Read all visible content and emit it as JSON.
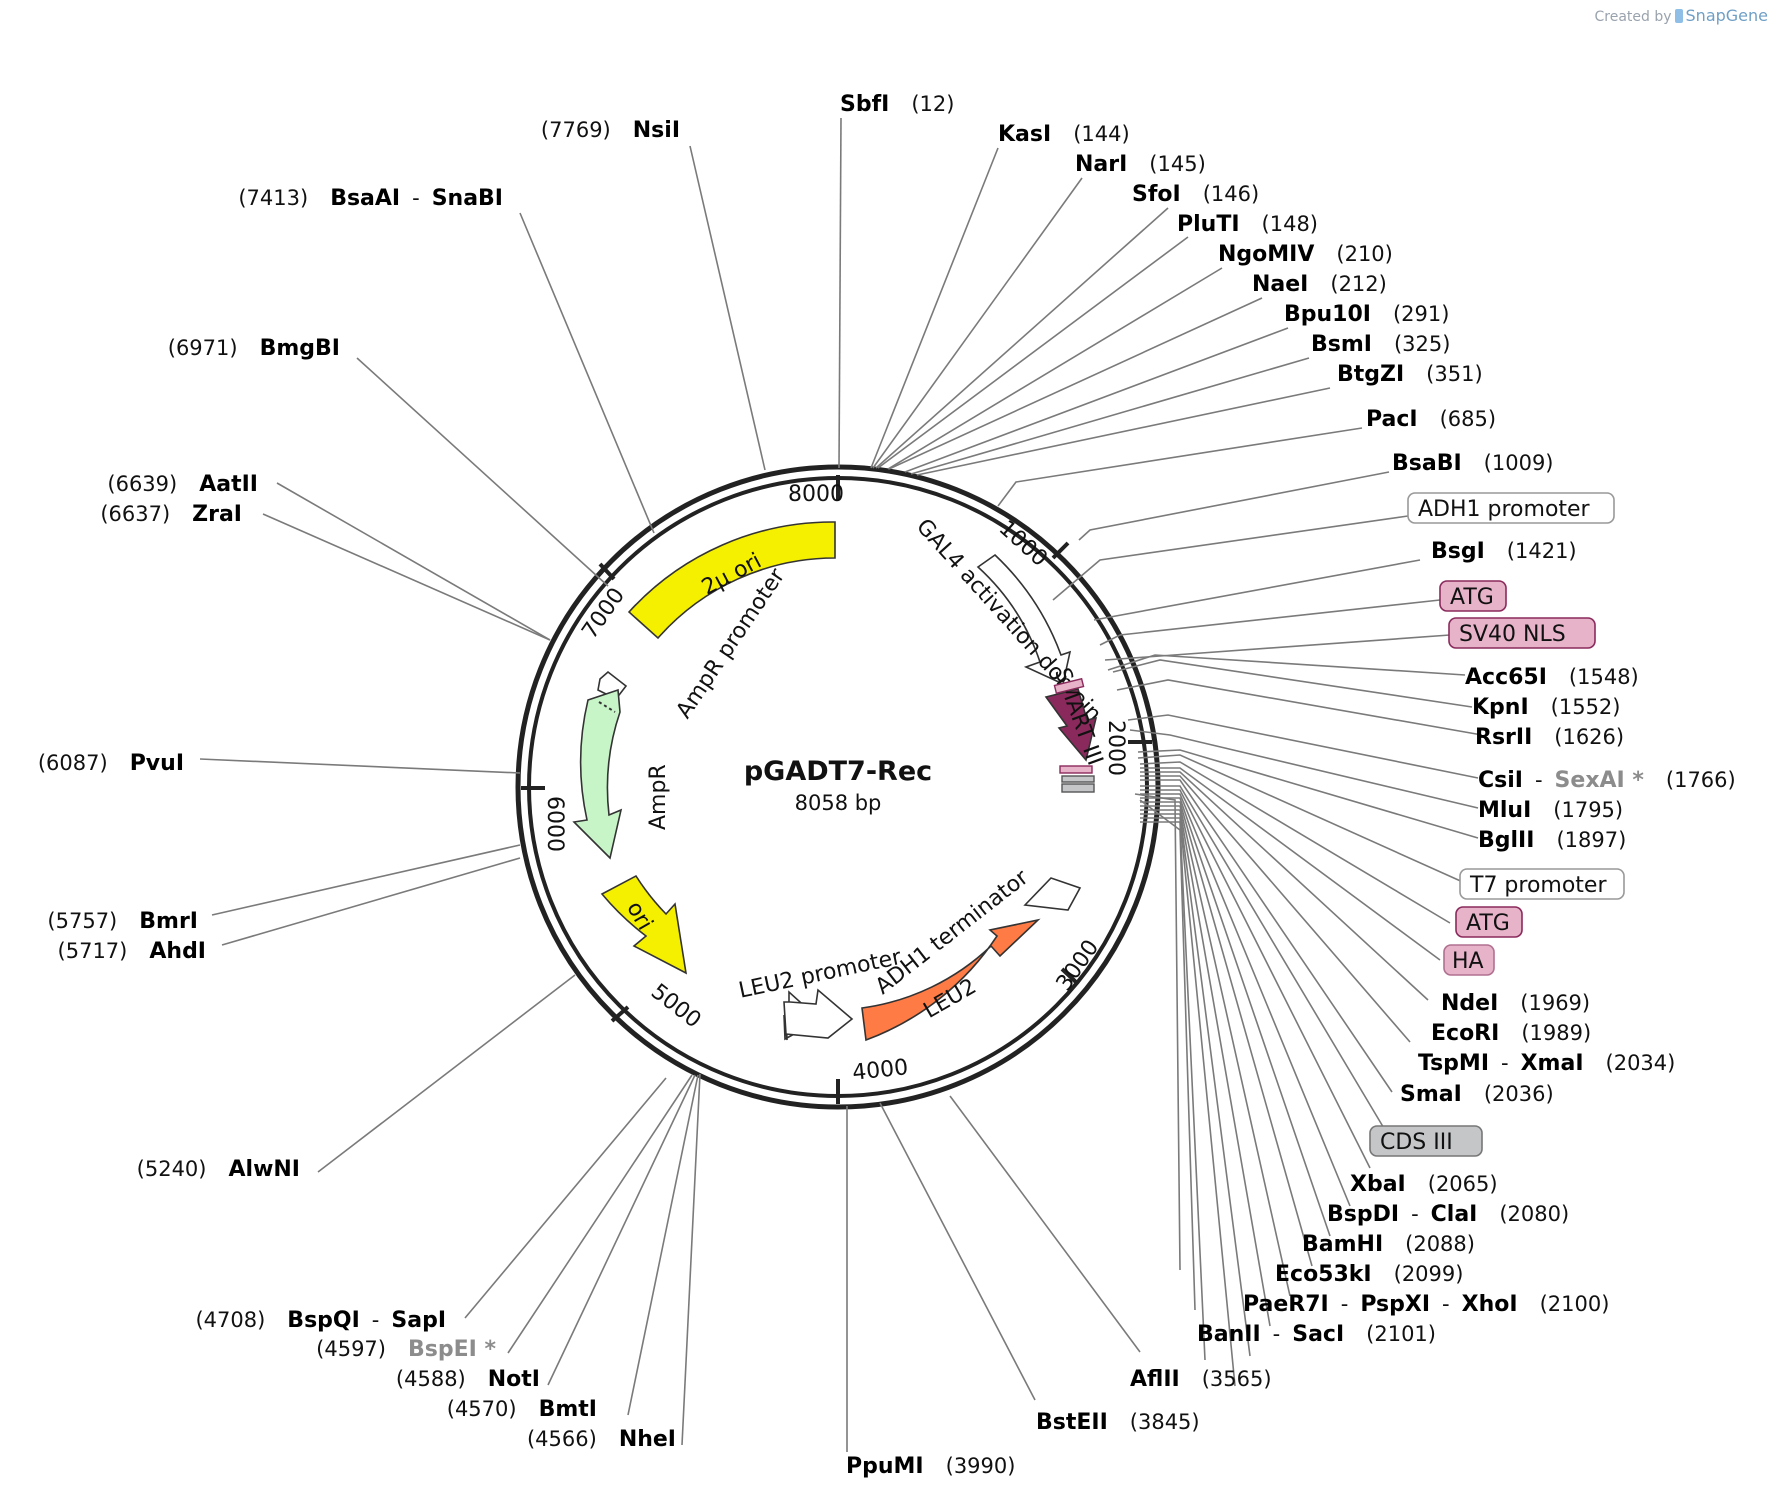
{
  "credit": {
    "prefix": "Created by",
    "brand": "SnapGene"
  },
  "plasmid": {
    "name": "pGADT7-Rec",
    "length_label": "8058 bp"
  },
  "ruler": [
    "8000",
    "1000",
    "2000",
    "3000",
    "4000",
    "5000",
    "6000",
    "7000"
  ],
  "features": [
    {
      "label": "2μ ori",
      "color": "#f5ef00"
    },
    {
      "label": "AmpR promoter",
      "color": "#ffffff"
    },
    {
      "label": "AmpR",
      "color": "#c8f5c8"
    },
    {
      "label": "ori",
      "color": "#f5ef00"
    },
    {
      "label": "LEU2 promoter",
      "color": "#ffffff"
    },
    {
      "label": "LEU2",
      "color": "#ff7b45"
    },
    {
      "label": "ADH1 terminator",
      "color": "#ffffff"
    },
    {
      "label": "GAL4 activation domain",
      "color": "#ffffff"
    },
    {
      "label": "SMART III",
      "color": "#8a2a5c"
    }
  ],
  "boxed_labels": [
    {
      "text": "ADH1 promoter",
      "fill": "#ffffff",
      "stroke": "#999999"
    },
    {
      "text": "ATG",
      "fill": "#e6b3c9",
      "stroke": "#8a2a5c"
    },
    {
      "text": "SV40 NLS",
      "fill": "#e6b3c9",
      "stroke": "#8a2a5c"
    },
    {
      "text": "T7 promoter",
      "fill": "#ffffff",
      "stroke": "#999999"
    },
    {
      "text": "ATG",
      "fill": "#e6b3c9",
      "stroke": "#8a2a5c"
    },
    {
      "text": "HA",
      "fill": "#e6b3c9",
      "stroke": "#b07090"
    },
    {
      "text": "CDS III",
      "fill": "#c4c6c8",
      "stroke": "#777777"
    }
  ],
  "sites": [
    {
      "enzymes": [
        "SbfI"
      ],
      "position": "(12)"
    },
    {
      "enzymes": [
        "KasI"
      ],
      "position": "(144)"
    },
    {
      "enzymes": [
        "NarI"
      ],
      "position": "(145)"
    },
    {
      "enzymes": [
        "SfoI"
      ],
      "position": "(146)"
    },
    {
      "enzymes": [
        "PluTI"
      ],
      "position": "(148)"
    },
    {
      "enzymes": [
        "NgoMIV"
      ],
      "position": "(210)"
    },
    {
      "enzymes": [
        "NaeI"
      ],
      "position": "(212)"
    },
    {
      "enzymes": [
        "Bpu10I"
      ],
      "position": "(291)"
    },
    {
      "enzymes": [
        "BsmI"
      ],
      "position": "(325)"
    },
    {
      "enzymes": [
        "BtgZI"
      ],
      "position": "(351)"
    },
    {
      "enzymes": [
        "PacI"
      ],
      "position": "(685)"
    },
    {
      "enzymes": [
        "BsaBI"
      ],
      "position": "(1009)"
    },
    {
      "enzymes": [
        "BsgI"
      ],
      "position": "(1421)"
    },
    {
      "enzymes": [
        "Acc65I"
      ],
      "position": "(1548)"
    },
    {
      "enzymes": [
        "KpnI"
      ],
      "position": "(1552)"
    },
    {
      "enzymes": [
        "RsrII"
      ],
      "position": "(1626)"
    },
    {
      "enzymes": [
        "CsiI",
        "SexAI *"
      ],
      "position": "(1766)"
    },
    {
      "enzymes": [
        "MluI"
      ],
      "position": "(1795)"
    },
    {
      "enzymes": [
        "BglII"
      ],
      "position": "(1897)"
    },
    {
      "enzymes": [
        "NdeI"
      ],
      "position": "(1969)"
    },
    {
      "enzymes": [
        "EcoRI"
      ],
      "position": "(1989)"
    },
    {
      "enzymes": [
        "TspMI",
        "XmaI"
      ],
      "position": "(2034)"
    },
    {
      "enzymes": [
        "SmaI"
      ],
      "position": "(2036)"
    },
    {
      "enzymes": [
        "XbaI"
      ],
      "position": "(2065)"
    },
    {
      "enzymes": [
        "BspDI",
        "ClaI"
      ],
      "position": "(2080)"
    },
    {
      "enzymes": [
        "BamHI"
      ],
      "position": "(2088)"
    },
    {
      "enzymes": [
        "Eco53kI"
      ],
      "position": "(2099)"
    },
    {
      "enzymes": [
        "PaeR7I",
        "PspXI",
        "XhoI"
      ],
      "position": "(2100)"
    },
    {
      "enzymes": [
        "BanII",
        "SacI"
      ],
      "position": "(2101)"
    },
    {
      "enzymes": [
        "AflII"
      ],
      "position": "(3565)"
    },
    {
      "enzymes": [
        "BstEII"
      ],
      "position": "(3845)"
    },
    {
      "enzymes": [
        "PpuMI"
      ],
      "position": "(3990)"
    },
    {
      "enzymes": [
        "NheI"
      ],
      "position": "(4566)"
    },
    {
      "enzymes": [
        "BmtI"
      ],
      "position": "(4570)"
    },
    {
      "enzymes": [
        "NotI"
      ],
      "position": "(4588)"
    },
    {
      "enzymes": [
        "BspEI *"
      ],
      "position": "(4597)"
    },
    {
      "enzymes": [
        "BspQI",
        "SapI"
      ],
      "position": "(4708)"
    },
    {
      "enzymes": [
        "AlwNI"
      ],
      "position": "(5240)"
    },
    {
      "enzymes": [
        "AhdI"
      ],
      "position": "(5717)"
    },
    {
      "enzymes": [
        "BmrI"
      ],
      "position": "(5757)"
    },
    {
      "enzymes": [
        "PvuI"
      ],
      "position": "(6087)"
    },
    {
      "enzymes": [
        "ZraI"
      ],
      "position": "(6637)"
    },
    {
      "enzymes": [
        "AatII"
      ],
      "position": "(6639)"
    },
    {
      "enzymes": [
        "BmgBI"
      ],
      "position": "(6971)"
    },
    {
      "enzymes": [
        "BsaAI",
        "SnaBI"
      ],
      "position": "(7413)"
    },
    {
      "enzymes": [
        "NsiI"
      ],
      "position": "(7769)"
    }
  ]
}
